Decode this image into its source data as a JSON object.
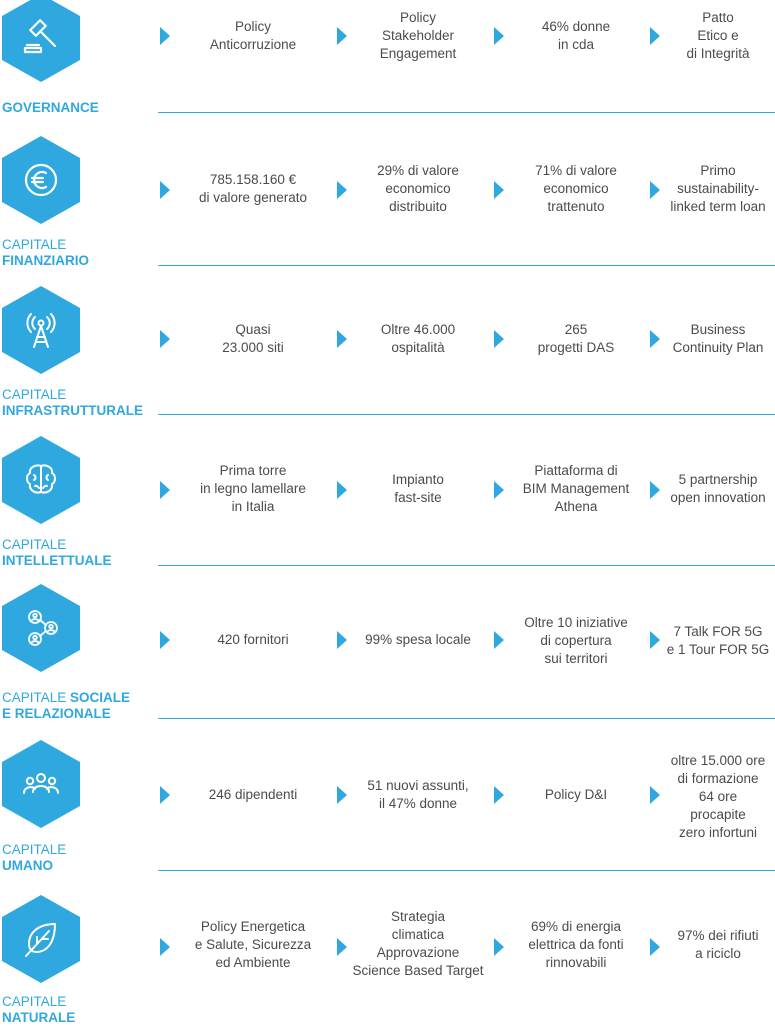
{
  "accent_color": "#2fa8e0",
  "text_color": "#4b4b4b",
  "rows": [
    {
      "icon": "gavel-icon",
      "label_line1_plain": "",
      "label_line1_strong": "GOVERNANCE",
      "label_line2": "",
      "items": [
        "Policy\nAnticorruzione",
        "Policy\nStakeholder\nEngagement",
        "46% donne\nin cda",
        "Patto\nEtico e\ndi Integrità"
      ]
    },
    {
      "icon": "euro-icon",
      "label_line1_plain": "CAPITALE",
      "label_line1_strong": "",
      "label_line2": "FINANZIARIO",
      "items": [
        "785.158.160 €\ndi valore generato",
        "29% di valore\neconomico\ndistribuito",
        "71% di valore\neconomico\ntrattenuto",
        "Primo\nsustainability-\nlinked term loan"
      ]
    },
    {
      "icon": "antenna-tower-icon",
      "label_line1_plain": "CAPITALE",
      "label_line1_strong": "",
      "label_line2": "INFRASTRUTTURALE",
      "items": [
        "Quasi\n23.000 siti",
        "Oltre 46.000\nospitalità",
        "265\nprogetti DAS",
        "Business\nContinuity Plan"
      ]
    },
    {
      "icon": "brain-icon",
      "label_line1_plain": "CAPITALE",
      "label_line1_strong": "",
      "label_line2": "INTELLETTUALE",
      "items": [
        "Prima torre\nin legno lamellare\nin Italia",
        "Impianto\nfast-site",
        "Piattaforma di\nBIM Management\nAthena",
        "5 partnership\nopen innovation"
      ]
    },
    {
      "icon": "people-network-icon",
      "label_line1_plain": "CAPITALE ",
      "label_line1_strong": "SOCIALE",
      "label_line2": "E RELAZIONALE",
      "items": [
        "420 fornitori",
        "99% spesa locale",
        "Oltre 10 iniziative\ndi copertura\nsui territori",
        "7 Talk FOR 5G\ne 1 Tour FOR 5G"
      ]
    },
    {
      "icon": "team-icon",
      "label_line1_plain": "CAPITALE",
      "label_line1_strong": "",
      "label_line2": "UMANO",
      "items": [
        "246 dipendenti",
        "51 nuovi assunti,\nil 47% donne",
        "Policy D&I",
        "oltre 15.000 ore\ndi formazione\n64 ore\nprocapite\nzero infortuni"
      ]
    },
    {
      "icon": "leaf-icon",
      "label_line1_plain": "CAPITALE",
      "label_line1_strong": "",
      "label_line2": "NATURALE",
      "items": [
        "Policy Energetica\ne Salute, Sicurezza\ned Ambiente",
        "Strategia\nclimatica\nApprovazione\nScience Based Target",
        "69% di energia\nelettrica da fonti\nrinnovabili",
        "97% dei rifiuti\na riciclo"
      ]
    }
  ]
}
